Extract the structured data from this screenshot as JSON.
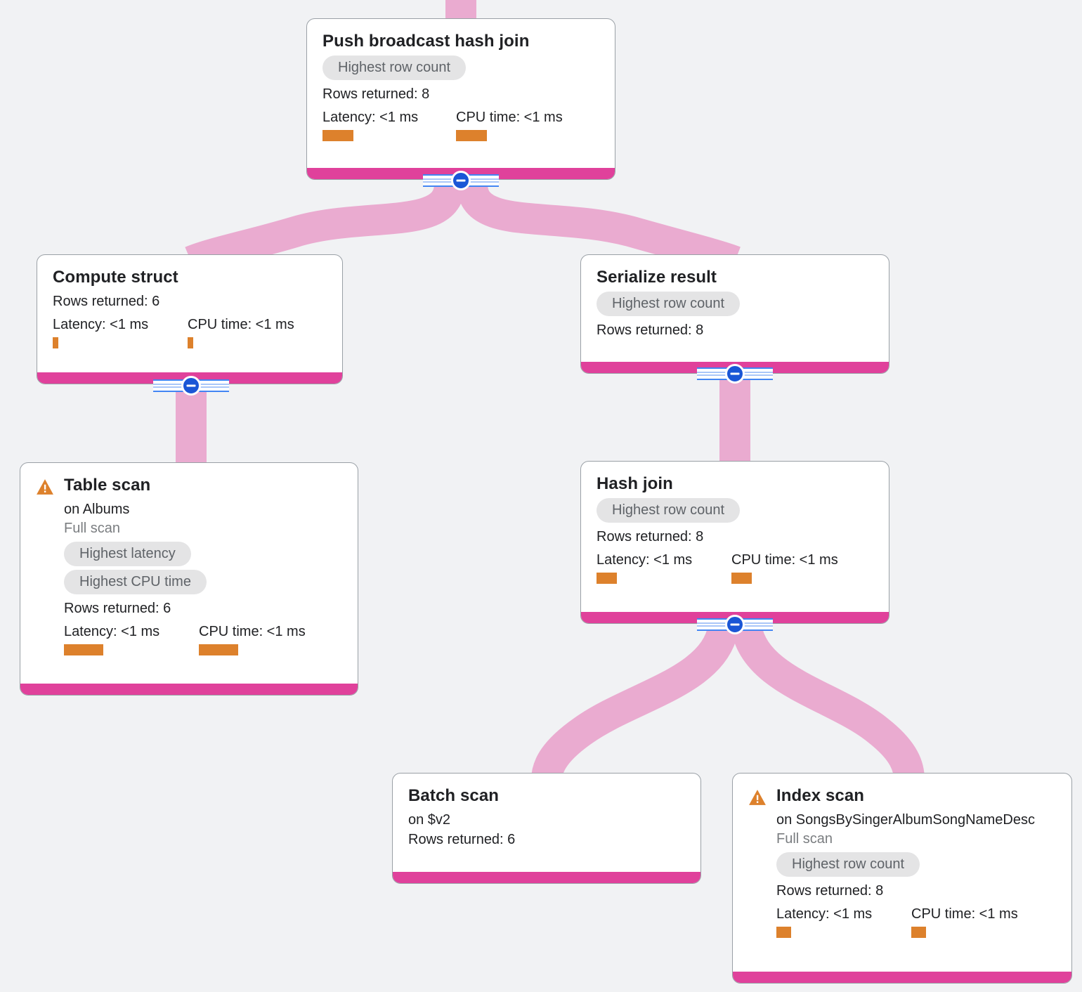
{
  "theme": {
    "page_background": "#f1f2f4",
    "card_background": "#ffffff",
    "card_border": "#9aa0a6",
    "footer_accent": "#e0419b",
    "edge_ribbon": "#eaabd0",
    "metric_bar": "#dd812c",
    "warning": "#dd812c",
    "chip_background": "#e4e4e5",
    "chip_text": "#5f6368",
    "toggle_blue": "#1a56d6"
  },
  "labels": {
    "rows_returned_prefix": "Rows returned:",
    "latency_prefix": "Latency:",
    "cpu_prefix": "CPU time:",
    "collapse_icon": "minus-circle-icon",
    "warning_icon": "warning-triangle-icon"
  },
  "nodes": {
    "push_broadcast_hash_join": {
      "title": "Push broadcast hash join",
      "chips": [
        "Highest row count"
      ],
      "rows_returned": "Rows returned: 8",
      "latency": "Latency: <1 ms",
      "cpu_time": "CPU time: <1 ms",
      "latency_bar_width": 44,
      "cpu_bar_width": 44,
      "warning": false
    },
    "compute_struct": {
      "title": "Compute struct",
      "chips": [],
      "rows_returned": "Rows returned: 6",
      "latency": "Latency: <1 ms",
      "cpu_time": "CPU time: <1 ms",
      "latency_bar_width": 8,
      "cpu_bar_width": 8,
      "warning": false
    },
    "serialize_result": {
      "title": "Serialize result",
      "chips": [
        "Highest row count"
      ],
      "rows_returned": "Rows returned: 8",
      "warning": false
    },
    "table_scan": {
      "title": "Table scan",
      "on": "on Albums",
      "scan_type": "Full scan",
      "chips": [
        "Highest latency",
        "Highest CPU time"
      ],
      "rows_returned": "Rows returned: 6",
      "latency": "Latency: <1 ms",
      "cpu_time": "CPU time: <1 ms",
      "latency_bar_width": 56,
      "cpu_bar_width": 56,
      "warning": true
    },
    "hash_join": {
      "title": "Hash join",
      "chips": [
        "Highest row count"
      ],
      "rows_returned": "Rows returned: 8",
      "latency": "Latency: <1 ms",
      "cpu_time": "CPU time: <1 ms",
      "latency_bar_width": 29,
      "cpu_bar_width": 29,
      "warning": false
    },
    "batch_scan": {
      "title": "Batch scan",
      "on": "on $v2",
      "rows_returned": "Rows returned: 6",
      "warning": false
    },
    "index_scan": {
      "title": "Index scan",
      "on": "on SongsBySingerAlbumSongNameDesc",
      "scan_type": "Full scan",
      "chips": [
        "Highest row count"
      ],
      "rows_returned": "Rows returned: 8",
      "latency": "Latency: <1 ms",
      "cpu_time": "CPU time: <1 ms",
      "latency_bar_width": 21,
      "cpu_bar_width": 21,
      "warning": true
    }
  }
}
